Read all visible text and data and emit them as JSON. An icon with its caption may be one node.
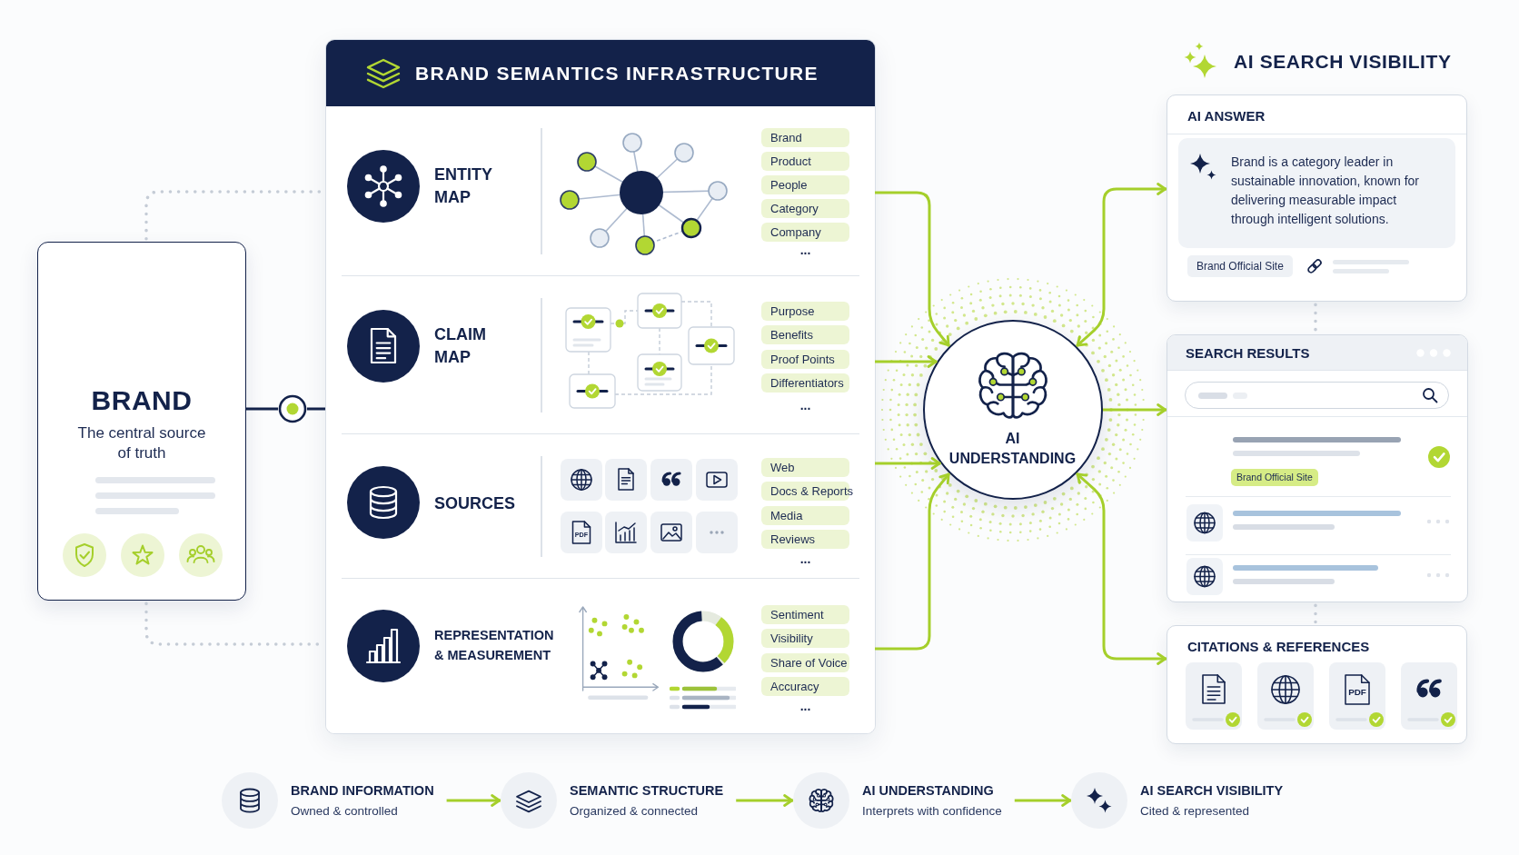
{
  "diagram": {
    "nodes": [
      {
        "text": [
          "BRAND",
          "The central source of truth"
        ]
      },
      {
        "text": [],
        "shape": "circle"
      },
      {
        "text": [
          "BRAND SEMANTICS INFRASTRUCTURE"
        ]
      },
      {
        "text": [
          "ENTITY MAP",
          "..."
        ],
        "in": 2
      },
      {
        "text": [
          "Brand"
        ],
        "in": 3
      },
      {
        "text": [
          "Product"
        ],
        "in": 3
      },
      {
        "text": [
          "People"
        ],
        "in": 3
      },
      {
        "text": [
          "Category"
        ],
        "in": 3
      },
      {
        "text": [
          "Company"
        ],
        "in": 3
      },
      {
        "text": [
          "CLAIM MAP",
          "..."
        ],
        "in": 2
      },
      {
        "text": [
          "Purpose"
        ],
        "in": 9
      },
      {
        "text": [
          "Benefits"
        ],
        "in": 9
      },
      {
        "text": [
          "Proof Points"
        ],
        "in": 9
      },
      {
        "text": [
          "Differentiators"
        ],
        "in": 9
      },
      {
        "text": [
          "SOURCES",
          "..."
        ],
        "in": 2
      },
      {
        "text": [
          "Web"
        ],
        "in": 14
      },
      {
        "text": [
          "Docs & Reports"
        ],
        "in": 14
      },
      {
        "text": [
          "Media"
        ],
        "in": 14
      },
      {
        "text": [
          "Reviews"
        ],
        "in": 14
      },
      {
        "text": [
          "REPRESENTATION & MEASUREMENT",
          "..."
        ],
        "in": 2
      },
      {
        "text": [
          "Sentiment"
        ],
        "in": 19
      },
      {
        "text": [
          "Visibility"
        ],
        "in": 19
      },
      {
        "text": [
          "Share of Voice"
        ],
        "in": 19
      },
      {
        "text": [
          "Accuracy"
        ],
        "in": 19
      },
      {
        "text": [
          "AI UNDERSTANDING"
        ]
      },
      {
        "text": [
          "AI ANSWER"
        ]
      },
      {
        "text": [
          "Brand is a category leader in sustainable innovation, known for delivering measurable impact through intelligent solutions."
        ],
        "in": 25
      },
      {
        "text": [
          "Brand Official Site"
        ],
        "in": 25
      },
      {
        "text": [
          "SEARCH RESULTS"
        ]
      },
      {
        "text": [
          "Brand Official Site"
        ],
        "in": 28
      },
      {
        "text": [
          "CITATIONS & REFERENCES"
        ]
      },
      {
        "text": [
          "BRAND INFORMATION",
          "Owned & controlled"
        ]
      },
      {
        "text": [
          "SEMANTIC STRUCTURE",
          "Organized & connected"
        ]
      },
      {
        "text": [
          "AI UNDERSTANDING",
          "Interprets with confidence"
        ]
      },
      {
        "text": [
          "AI SEARCH VISIBILITY",
          "Cited & represented"
        ]
      }
    ],
    "edges": [
      {
        "from": 0,
        "to": 1,
        "arrow": "none",
        "color": "#13224a"
      },
      {
        "from": 1,
        "to": 2,
        "arrow": "none",
        "color": "#13224a"
      },
      {
        "from": 0,
        "to": 3,
        "arrow": "none",
        "style": "dashed",
        "color": "#c5ccd6"
      },
      {
        "from": 0,
        "to": 19,
        "arrow": "none",
        "style": "dashed",
        "color": "#c5ccd6"
      },
      {
        "from": 3,
        "to": 24,
        "arrow": "to"
      },
      {
        "from": 9,
        "to": 24,
        "arrow": "to"
      },
      {
        "from": 14,
        "to": 24,
        "arrow": "to"
      },
      {
        "from": 19,
        "to": 24,
        "arrow": "to"
      },
      {
        "from": 24,
        "to": 25,
        "arrow": "both"
      },
      {
        "from": 24,
        "to": 28,
        "arrow": "to"
      },
      {
        "from": 24,
        "to": 30,
        "arrow": "both"
      },
      {
        "from": 25,
        "to": 28,
        "arrow": "none",
        "style": "dashed",
        "color": "#c5ccd6"
      },
      {
        "from": 28,
        "to": 30,
        "arrow": "none",
        "style": "dashed",
        "color": "#c5ccd6"
      },
      {
        "from": 31,
        "to": 32,
        "arrow": "to"
      },
      {
        "from": 32,
        "to": 33,
        "arrow": "to"
      },
      {
        "from": 33,
        "to": 34,
        "arrow": "to"
      }
    ],
    "labels": [
      "AI SEARCH VISIBILITY",
      "PDF",
      "PDF"
    ]
  }
}
